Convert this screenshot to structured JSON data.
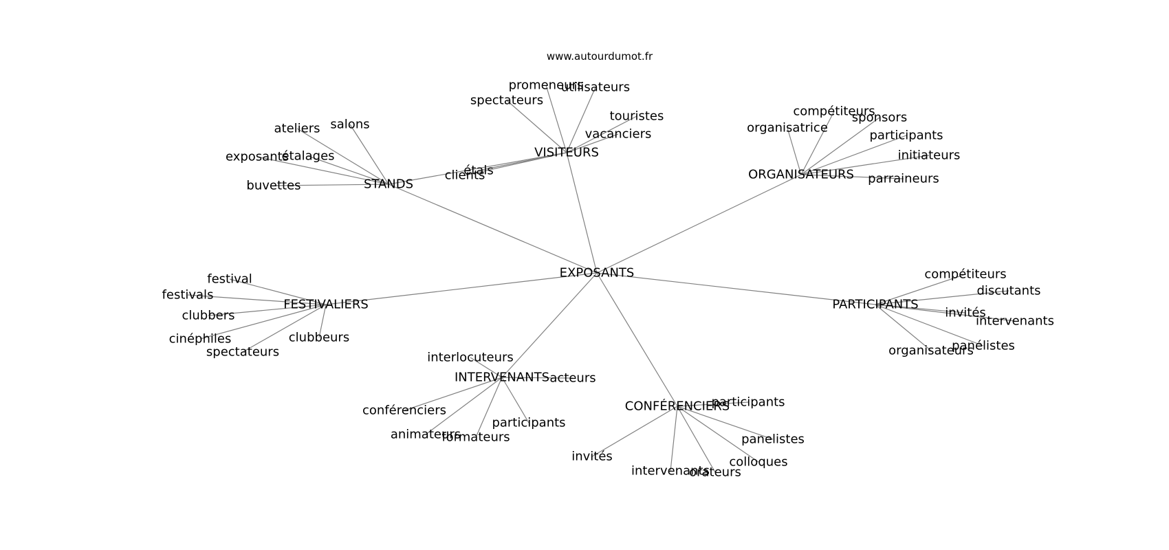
{
  "source": "www.autourdumot.fr",
  "colors": {
    "edge": "#808080",
    "text": "#000000",
    "background": "#ffffff"
  },
  "nodes": [
    {
      "id": "n0",
      "label": "EXPOSANTS"
    },
    {
      "id": "n1",
      "label": "STANDS"
    },
    {
      "id": "n2",
      "label": "VISITEURS"
    },
    {
      "id": "n3",
      "label": "ORGANISATEURS"
    },
    {
      "id": "n4",
      "label": "FESTIVALIERS"
    },
    {
      "id": "n5",
      "label": "PARTICIPANTS"
    },
    {
      "id": "n6",
      "label": "INTERVENANTS"
    },
    {
      "id": "n7",
      "label": "CONFÉRENCIERS"
    },
    {
      "id": "s1",
      "label": "salons"
    },
    {
      "id": "s2",
      "label": "ateliers"
    },
    {
      "id": "s3",
      "label": "étalages"
    },
    {
      "id": "s4",
      "label": "exposants"
    },
    {
      "id": "s5",
      "label": "buvettes"
    },
    {
      "id": "s6",
      "label": "étals"
    },
    {
      "id": "s7",
      "label": "clients"
    },
    {
      "id": "v1",
      "label": "promeneurs"
    },
    {
      "id": "v2",
      "label": "utilisateurs"
    },
    {
      "id": "v3",
      "label": "spectateurs"
    },
    {
      "id": "v4",
      "label": "touristes"
    },
    {
      "id": "v5",
      "label": "vacanciers"
    },
    {
      "id": "o1",
      "label": "compétiteurs"
    },
    {
      "id": "o2",
      "label": "sponsors"
    },
    {
      "id": "o3",
      "label": "organisatrice"
    },
    {
      "id": "o4",
      "label": "participants"
    },
    {
      "id": "o5",
      "label": "initiateurs"
    },
    {
      "id": "o6",
      "label": "parraineurs"
    },
    {
      "id": "f1",
      "label": "festival"
    },
    {
      "id": "f2",
      "label": "festivals"
    },
    {
      "id": "f3",
      "label": "clubbers"
    },
    {
      "id": "f4",
      "label": "cinéphiles"
    },
    {
      "id": "f5",
      "label": "spectateurs"
    },
    {
      "id": "f6",
      "label": "clubbeurs"
    },
    {
      "id": "p1",
      "label": "compétiteurs"
    },
    {
      "id": "p2",
      "label": "discutants"
    },
    {
      "id": "p3",
      "label": "invités"
    },
    {
      "id": "p4",
      "label": "intervenants"
    },
    {
      "id": "p5",
      "label": "panélistes"
    },
    {
      "id": "p6",
      "label": "organisateurs"
    },
    {
      "id": "i1",
      "label": "interlocuteurs"
    },
    {
      "id": "i2",
      "label": "acteurs"
    },
    {
      "id": "i3",
      "label": "conférenciers"
    },
    {
      "id": "i4",
      "label": "animateurs"
    },
    {
      "id": "i5",
      "label": "formateurs"
    },
    {
      "id": "i6",
      "label": "participants"
    },
    {
      "id": "c1",
      "label": "participants"
    },
    {
      "id": "c2",
      "label": "panelistes"
    },
    {
      "id": "c3",
      "label": "colloques"
    },
    {
      "id": "c4",
      "label": "invités"
    },
    {
      "id": "c5",
      "label": "intervenants"
    },
    {
      "id": "c6",
      "label": "orateurs"
    }
  ],
  "edges": [
    [
      "n0",
      "n1"
    ],
    [
      "n0",
      "n2"
    ],
    [
      "n0",
      "n3"
    ],
    [
      "n0",
      "n4"
    ],
    [
      "n0",
      "n5"
    ],
    [
      "n0",
      "n6"
    ],
    [
      "n0",
      "n7"
    ],
    [
      "n1",
      "n2"
    ],
    [
      "n1",
      "s1"
    ],
    [
      "n1",
      "s2"
    ],
    [
      "n1",
      "s3"
    ],
    [
      "n1",
      "s4"
    ],
    [
      "n1",
      "s5"
    ],
    [
      "n2",
      "s6"
    ],
    [
      "n2",
      "s7"
    ],
    [
      "n2",
      "v1"
    ],
    [
      "n2",
      "v2"
    ],
    [
      "n2",
      "v3"
    ],
    [
      "n2",
      "v4"
    ],
    [
      "n2",
      "v5"
    ],
    [
      "n3",
      "o1"
    ],
    [
      "n3",
      "o2"
    ],
    [
      "n3",
      "o3"
    ],
    [
      "n3",
      "o4"
    ],
    [
      "n3",
      "o5"
    ],
    [
      "n3",
      "o6"
    ],
    [
      "n4",
      "f1"
    ],
    [
      "n4",
      "f2"
    ],
    [
      "n4",
      "f3"
    ],
    [
      "n4",
      "f4"
    ],
    [
      "n4",
      "f5"
    ],
    [
      "n4",
      "f6"
    ],
    [
      "n5",
      "p1"
    ],
    [
      "n5",
      "p2"
    ],
    [
      "n5",
      "p3"
    ],
    [
      "n5",
      "p4"
    ],
    [
      "n5",
      "p5"
    ],
    [
      "n5",
      "p6"
    ],
    [
      "n6",
      "i1"
    ],
    [
      "n6",
      "i2"
    ],
    [
      "n6",
      "i3"
    ],
    [
      "n6",
      "i4"
    ],
    [
      "n6",
      "i5"
    ],
    [
      "n6",
      "i6"
    ],
    [
      "n7",
      "c1"
    ],
    [
      "n7",
      "c2"
    ],
    [
      "n7",
      "c3"
    ],
    [
      "n7",
      "c4"
    ],
    [
      "n7",
      "c5"
    ],
    [
      "n7",
      "c6"
    ]
  ]
}
